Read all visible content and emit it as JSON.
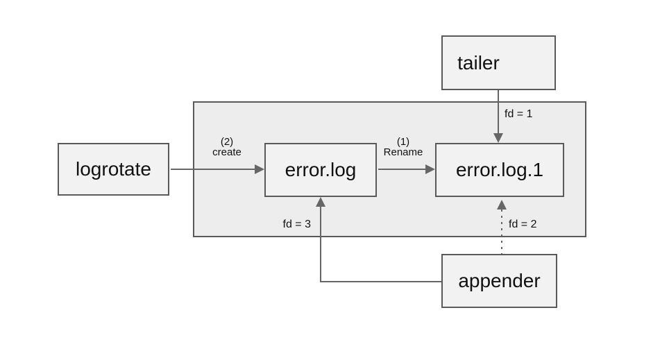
{
  "diagram": {
    "nodes": {
      "tailer": {
        "label": "tailer"
      },
      "logrotate": {
        "label": "logrotate"
      },
      "error_log": {
        "label": "error.log"
      },
      "error_log_1": {
        "label": "error.log.1"
      },
      "appender": {
        "label": "appender"
      }
    },
    "edges": {
      "logrotate_to_errorlog": {
        "step": "(2)",
        "action": "create"
      },
      "errorlog_to_errorlog1": {
        "step": "(1)",
        "action": "Rename"
      },
      "tailer_to_errorlog1": {
        "label": "fd = 1"
      },
      "appender_to_errorlog": {
        "label": "fd = 3"
      },
      "appender_to_errorlog1": {
        "label": "fd = 2"
      }
    },
    "colors": {
      "container_fill": "#ededee",
      "node_fill": "#f2f2f2",
      "border": "#595959",
      "line": "#666666",
      "text": "#111111"
    }
  }
}
